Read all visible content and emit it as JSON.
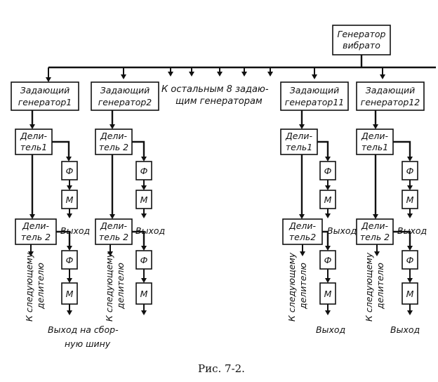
{
  "generator": {
    "line1": "Генератор",
    "line2": "вибрато"
  },
  "master": {
    "line1": "Задающий",
    "g1": "генератор1",
    "g2": "генератор2",
    "g11": "генератор11",
    "g12": "генератор12"
  },
  "others": {
    "line1": "К остальным 8 задаю-",
    "line2": "щим генераторам"
  },
  "divider": {
    "line1": "Дели-",
    "line2_1": "тель1",
    "line2_2": "тель 2",
    "line2_2b": "тель2"
  },
  "filter": "Ф",
  "mod": "М",
  "output": "Выход",
  "next_divider": {
    "line1": "К следующему",
    "line2": "делителю"
  },
  "bus_output": {
    "line1": "Выход на сбор-",
    "line2": "ную шину"
  },
  "caption": "Рис.  7-2."
}
